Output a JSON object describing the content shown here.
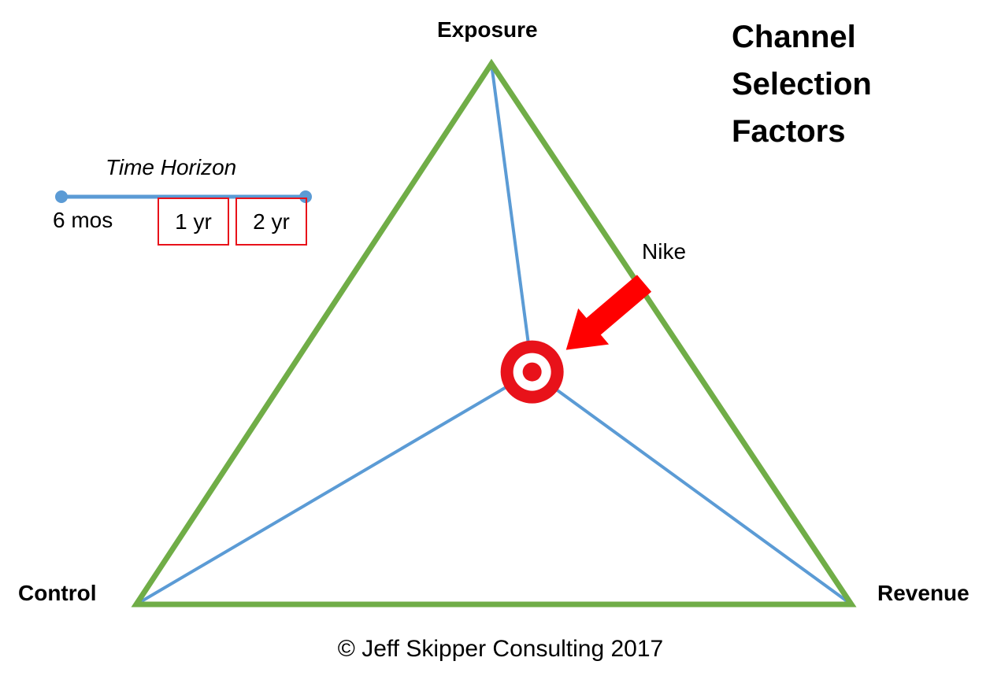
{
  "title_lines": [
    "Channel",
    "Selection",
    "Factors"
  ],
  "vertices": {
    "top": "Exposure",
    "left": "Control",
    "right": "Revenue"
  },
  "time_horizon": {
    "title": "Time Horizon",
    "options": [
      "6 mos",
      "1 yr",
      "2 yr"
    ],
    "highlighted": [
      "1 yr",
      "2 yr"
    ]
  },
  "marker": {
    "label": "Nike",
    "position_weights": {
      "Exposure": 0.43,
      "Control": 0.23,
      "Revenue": 0.34
    }
  },
  "copyright": "© Jeff Skipper Consulting 2017",
  "colors": {
    "triangle": "#70ad47",
    "spokes": "#5b9bd5",
    "target": "#e8121a",
    "arrow": "#ff0000",
    "highlight_box": "#e8121a",
    "text": "#000000",
    "background": "#ffffff"
  },
  "icons": {
    "marker": "bullseye-target-icon",
    "pointer": "arrow-icon"
  }
}
